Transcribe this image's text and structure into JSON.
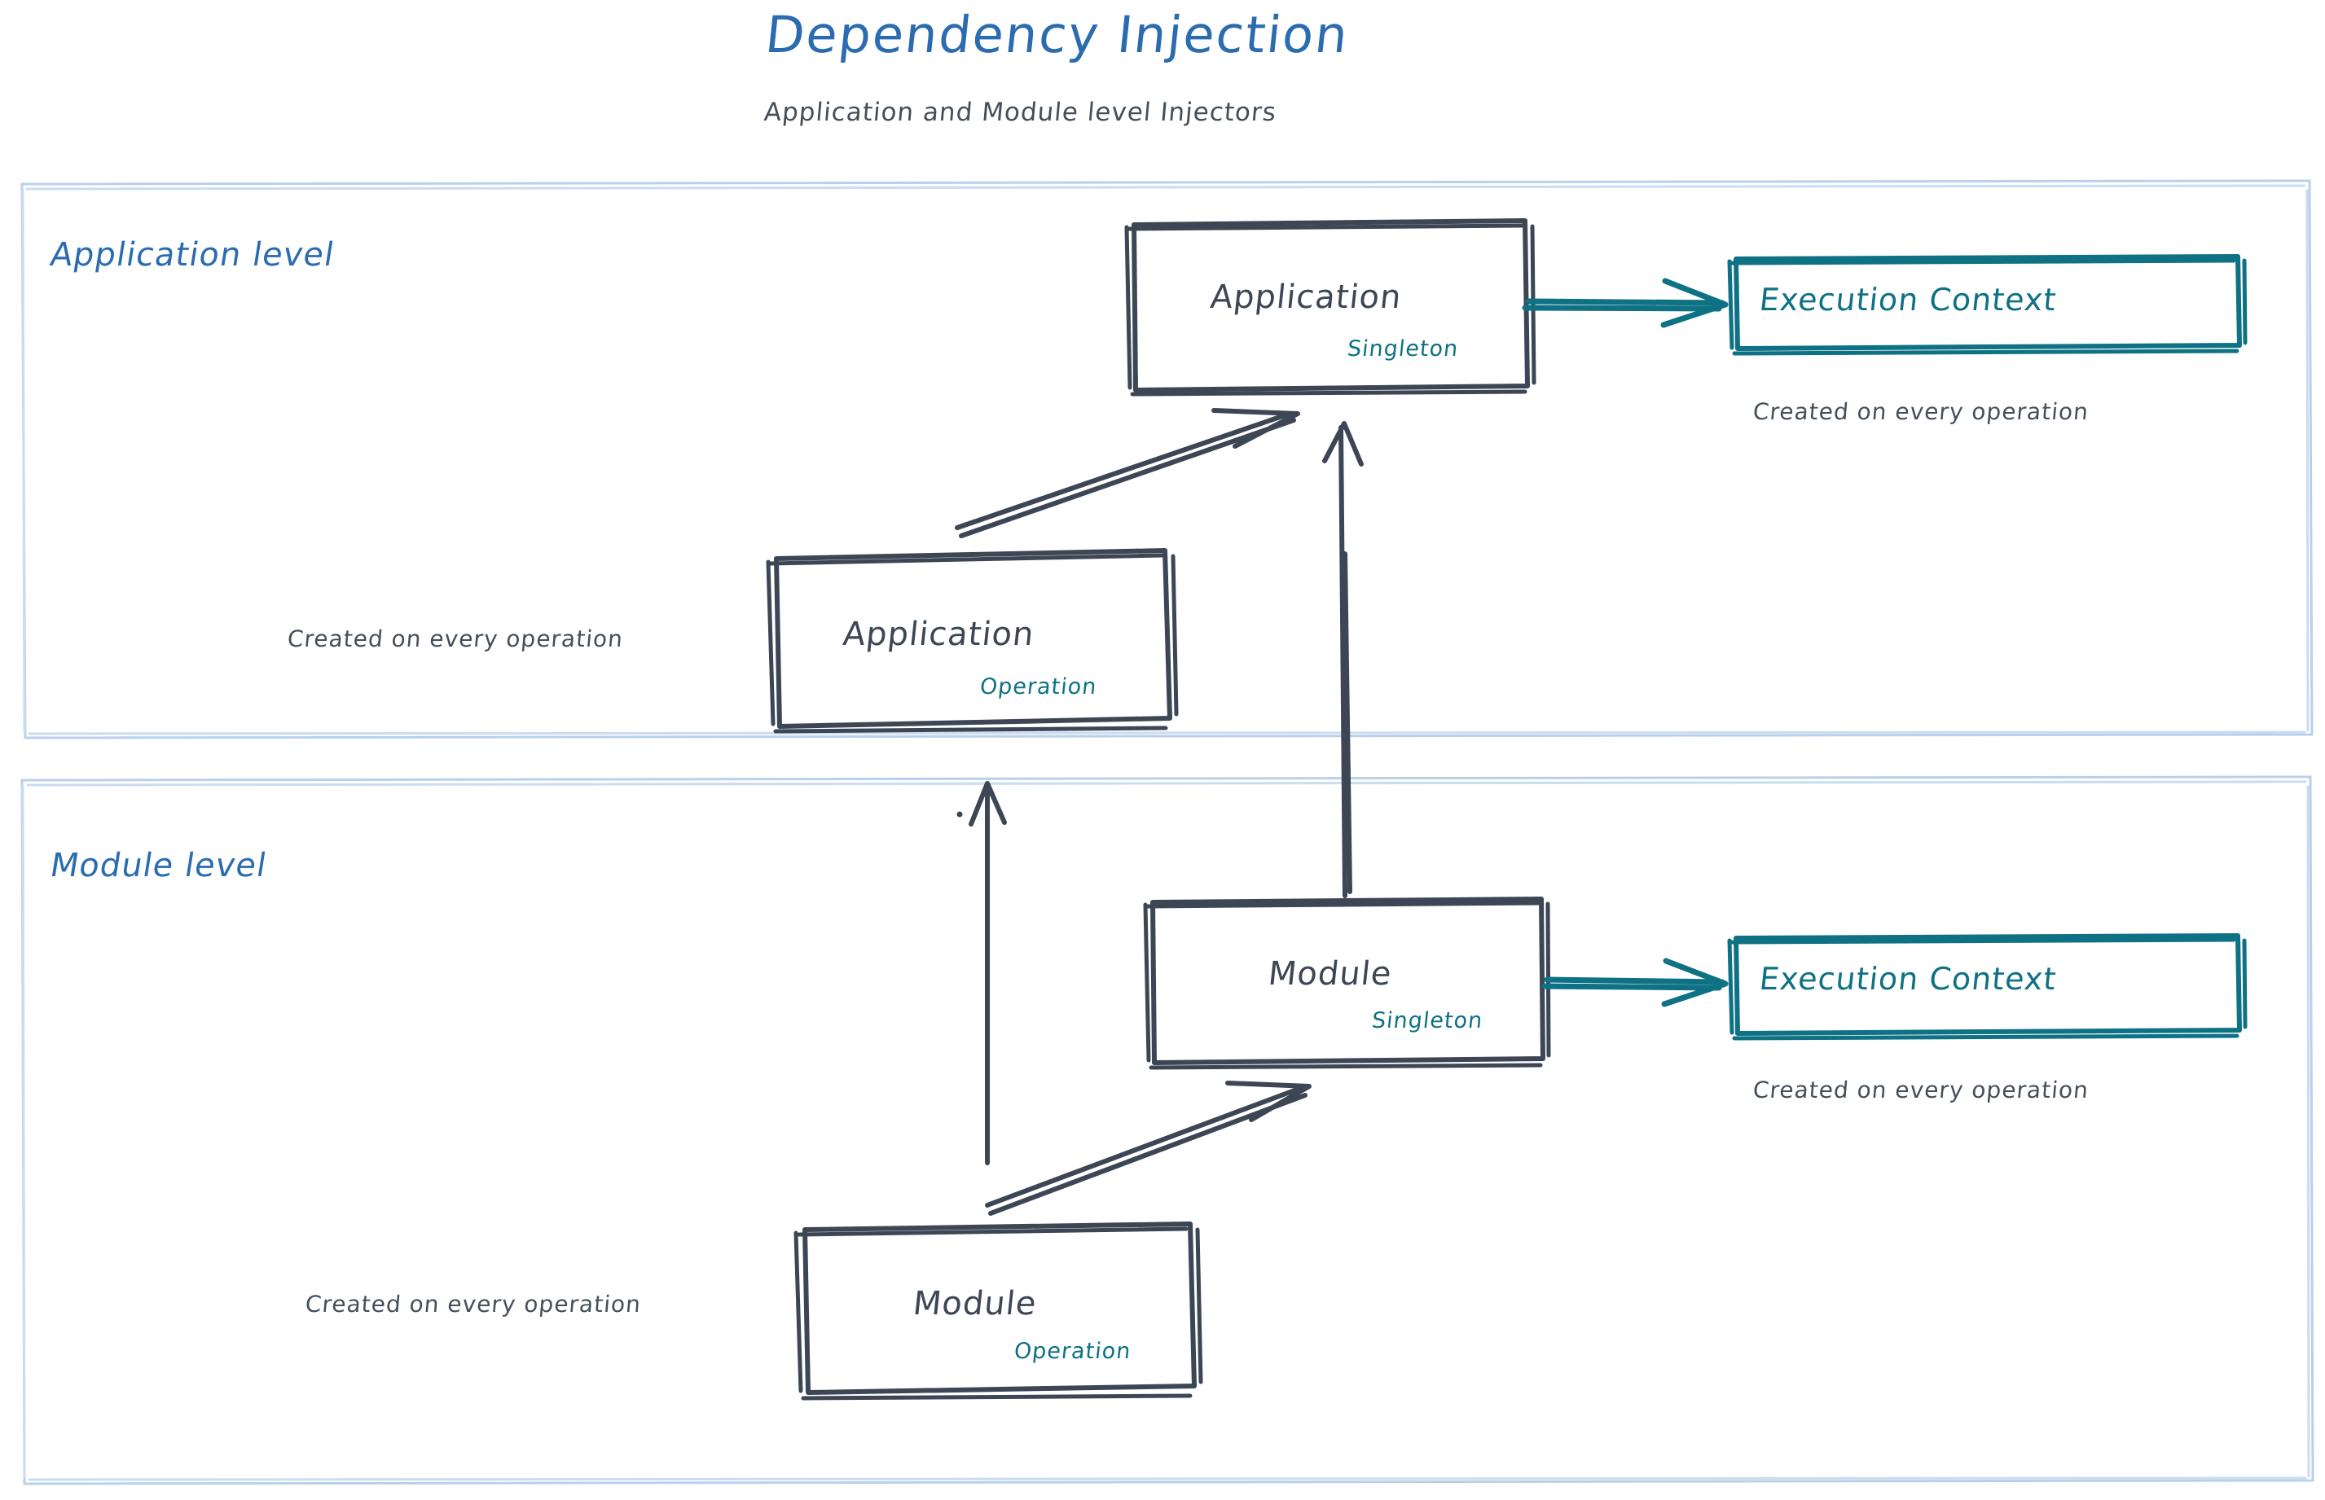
{
  "header": {
    "title": "Dependency Injection",
    "subtitle": "Application and Module level Injectors",
    "title_color": "#2b6cb0",
    "subtitle_color": "#454f5b"
  },
  "palette": {
    "accent_blue": "#2b6cb0",
    "container_border": "#b9d0ea",
    "ink": "#3d4654",
    "teal": "#0e7284"
  },
  "sections": [
    {
      "id": "application-level",
      "label": "Application level"
    },
    {
      "id": "module-level",
      "label": "Module level"
    }
  ],
  "nodes": {
    "application_singleton": {
      "label": "Application",
      "scope": "Singleton"
    },
    "application_operation": {
      "label": "Application",
      "scope": "Operation"
    },
    "module_singleton": {
      "label": "Module",
      "scope": "Singleton"
    },
    "module_operation": {
      "label": "Module",
      "scope": "Operation"
    },
    "execution_context_app": {
      "label": "Execution Context"
    },
    "execution_context_module": {
      "label": "Execution Context"
    }
  },
  "captions": {
    "app_execution_context": "Created on every operation",
    "app_operation": "Created on every operation",
    "module_execution_context": "Created on every operation",
    "module_operation": "Created on every operation"
  },
  "edges": [
    {
      "id": "app-singleton-to-execution-context",
      "from": "application_singleton",
      "to": "execution_context_app",
      "color": "#0e7284"
    },
    {
      "id": "app-operation-to-app-singleton",
      "from": "application_operation",
      "to": "application_singleton",
      "color": "#3d4654"
    },
    {
      "id": "module-singleton-to-app-singleton",
      "from": "module_singleton",
      "to": "application_singleton",
      "color": "#3d4654"
    },
    {
      "id": "module-singleton-to-execution-context",
      "from": "module_singleton",
      "to": "execution_context_module",
      "color": "#0e7284"
    },
    {
      "id": "module-operation-to-module-singleton",
      "from": "module_operation",
      "to": "module_singleton",
      "color": "#3d4654"
    },
    {
      "id": "module-operation-to-app-operation",
      "from": "module_operation",
      "to": "application_operation",
      "color": "#3d4654"
    }
  ]
}
